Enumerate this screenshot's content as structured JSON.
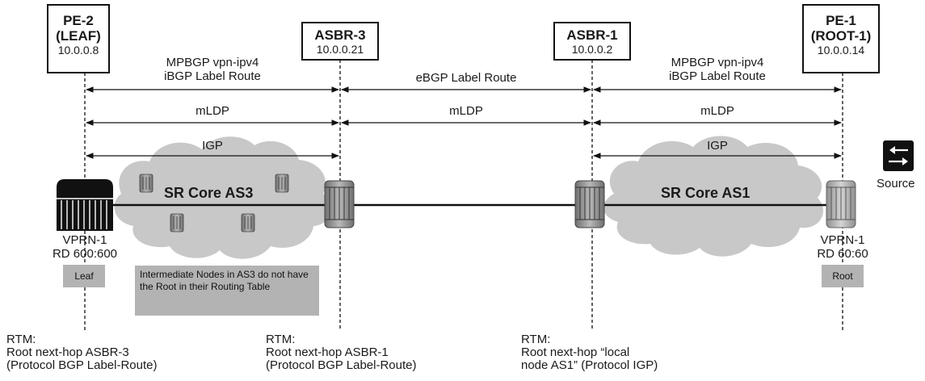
{
  "nodes": {
    "pe2": {
      "name_line1": "PE-2",
      "name_line2": "(LEAF)",
      "ip": "10.0.0.8"
    },
    "asbr3": {
      "name": "ASBR-3",
      "ip": "10.0.0.21"
    },
    "asbr1": {
      "name": "ASBR-1",
      "ip": "10.0.0.2"
    },
    "pe1": {
      "name_line1": "PE-1",
      "name_line2": "(ROOT-1)",
      "ip": "10.0.0.14"
    }
  },
  "links": {
    "left_bgp_line1": "MPBGP vpn-ipv4",
    "left_bgp_line2": "iBGP Label Route",
    "middle_bgp": "eBGP Label Route",
    "right_bgp_line1": "MPBGP vpn-ipv4",
    "right_bgp_line2": "iBGP Label Route",
    "mldp": "mLDP",
    "igp": "IGP"
  },
  "clouds": {
    "left": "SR Core AS3",
    "right": "SR Core AS1"
  },
  "vprn": {
    "left_line1": "VPRN-1",
    "left_line2": "RD 600:600",
    "right_line1": "VPRN-1",
    "right_line2": "RD 60:60"
  },
  "tags": {
    "leaf": "Leaf",
    "root": "Root"
  },
  "note": "Intermediate Nodes in AS3 do not have the Root in their Routing Table",
  "source": {
    "label": "Source",
    "icon": "source-arrows-icon"
  },
  "rtm": {
    "pe2": {
      "line1": "RTM:",
      "line2": "Root next-hop ASBR-3",
      "line3": "(Protocol BGP Label-Route)"
    },
    "asbr3": {
      "line1": "RTM:",
      "line2": "Root next-hop ASBR-1",
      "line3": "(Protocol BGP Label-Route)"
    },
    "asbr1": {
      "line1": "RTM:",
      "line2": "Root next-hop “local",
      "line3": "node AS1” (Protocol IGP)"
    }
  },
  "colors": {
    "cloud": "#c8c8c8",
    "tag": "#b3b3b3",
    "leaf_router": "#111111",
    "root_router": "#8c8c8c",
    "router": "#8a8a8a"
  }
}
